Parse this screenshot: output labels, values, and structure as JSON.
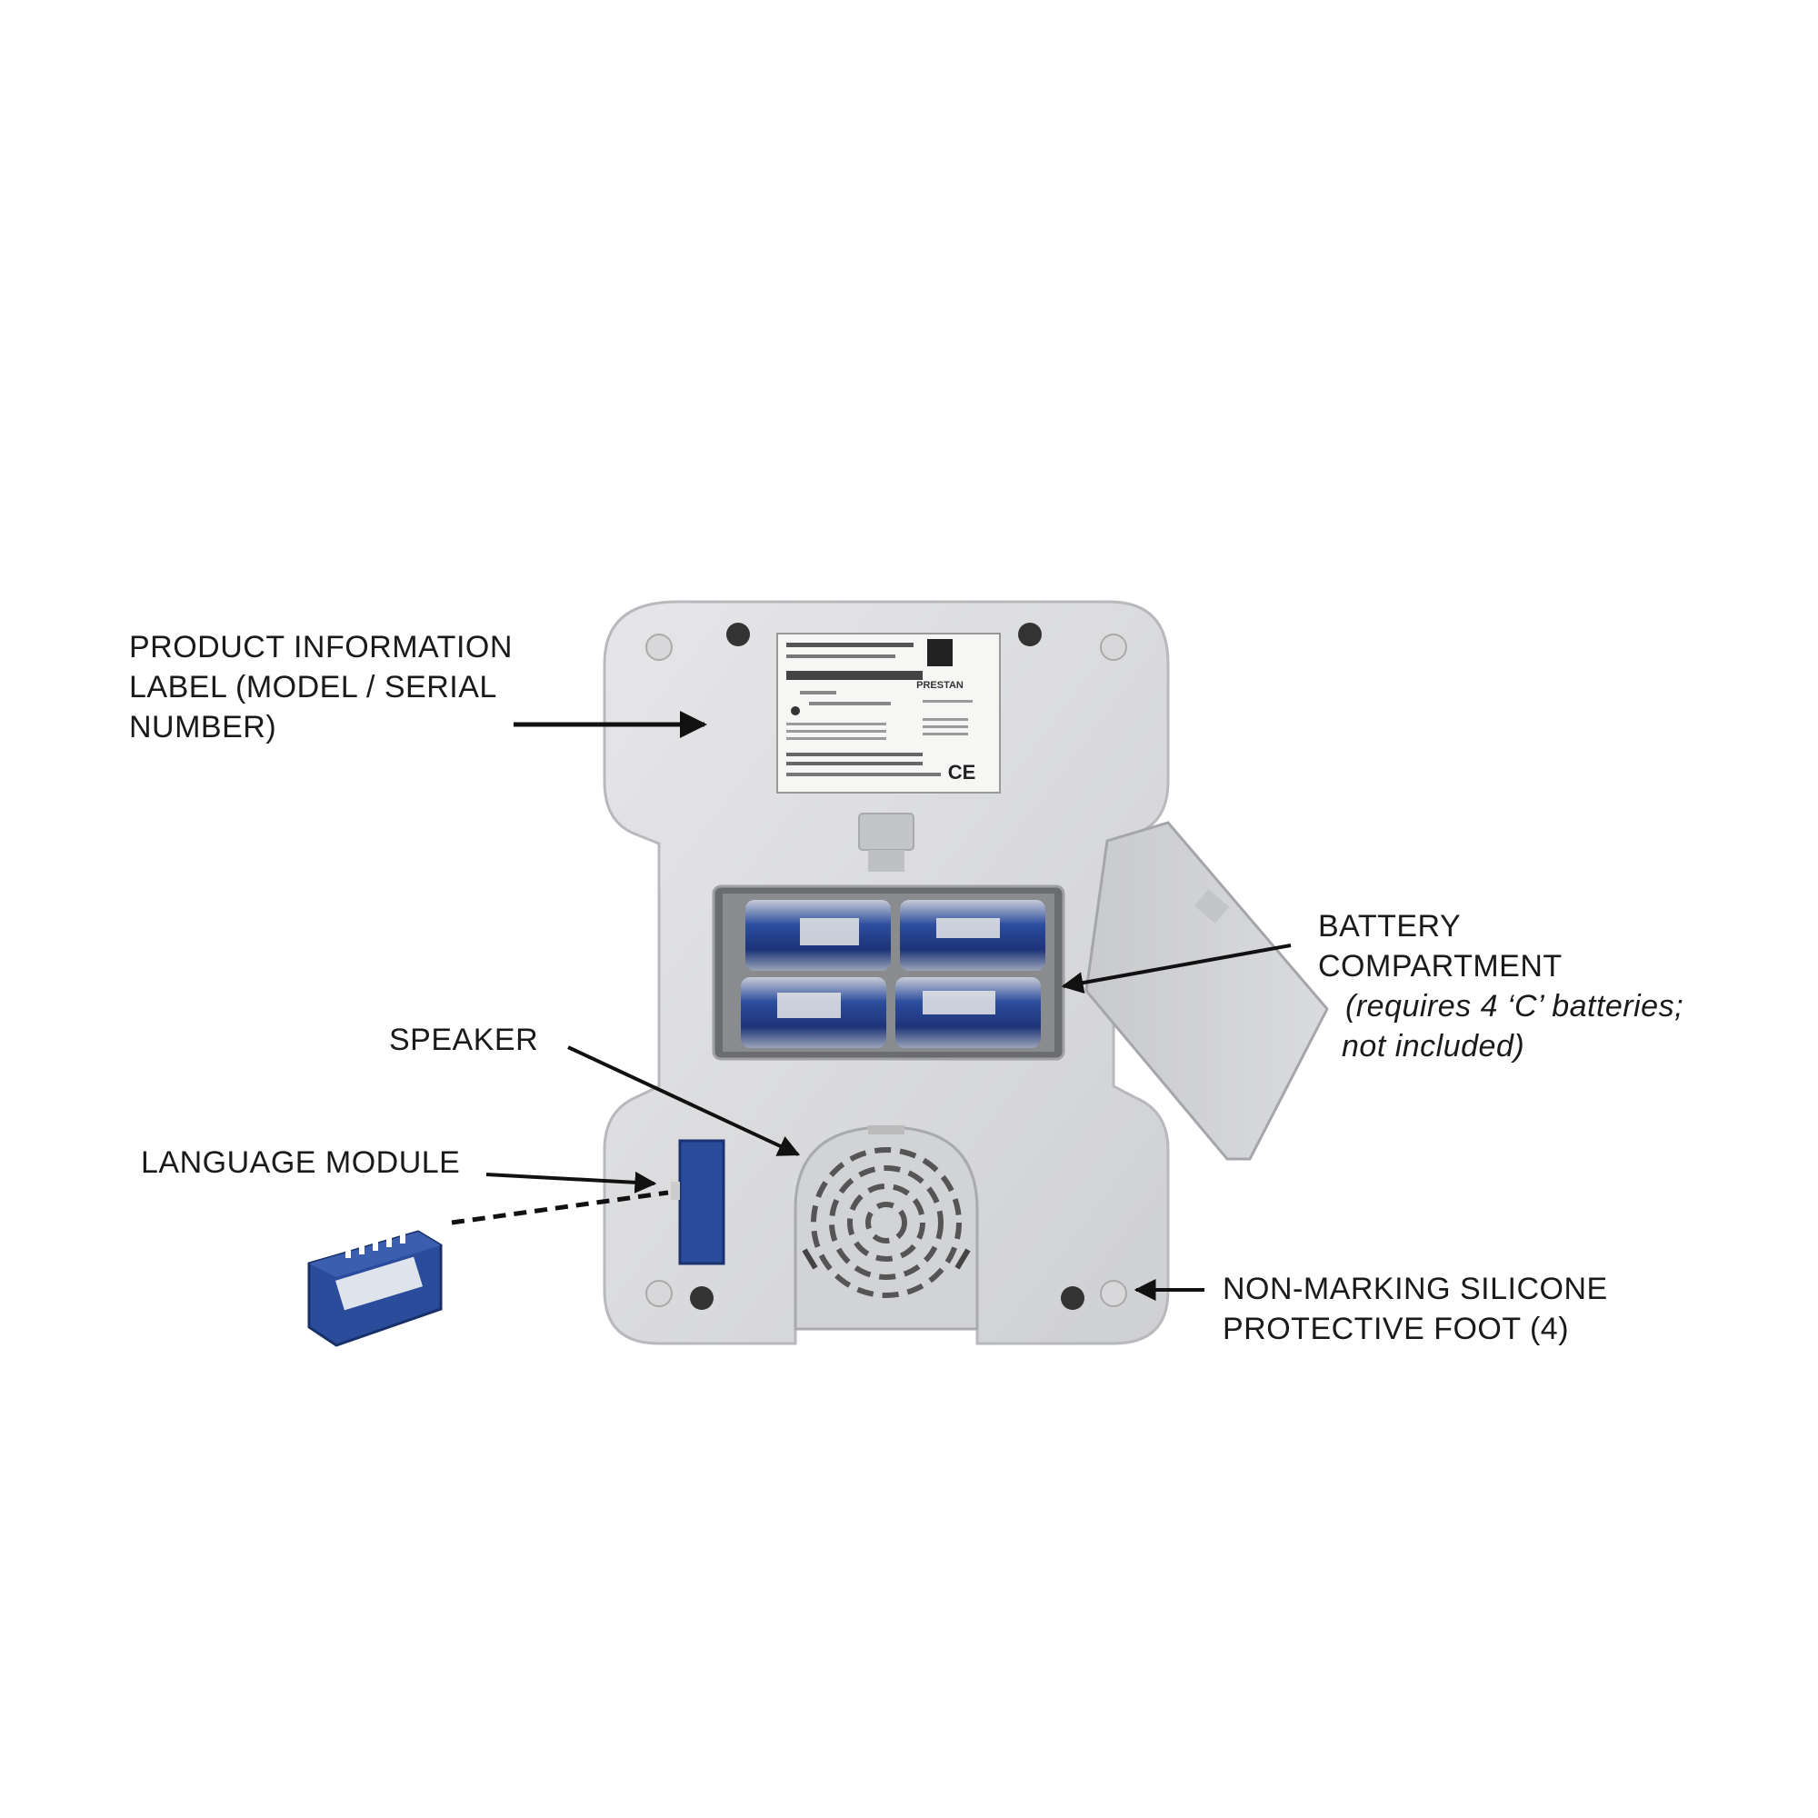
{
  "callouts": {
    "product_label": {
      "lines": [
        "PRODUCT INFORMATION",
        "LABEL (MODEL / SERIAL",
        "NUMBER)"
      ]
    },
    "battery": {
      "lines": [
        "BATTERY",
        "COMPARTMENT"
      ],
      "note_lines": [
        "(requires 4 ‘C’ batteries;",
        "not included)"
      ]
    },
    "speaker": {
      "text": "SPEAKER"
    },
    "language_module": {
      "text": "LANGUAGE MODULE"
    },
    "foot": {
      "lines": [
        "NON-MARKING SILICONE",
        "PROTECTIVE FOOT (4)"
      ]
    }
  },
  "device_label": {
    "brand": "PRESTAN",
    "ce_mark": "CE"
  },
  "colors": {
    "device_body": "#dcdcde",
    "battery_blue": "#233f8a",
    "module_blue": "#2b4c9a",
    "arrow": "#111111"
  }
}
